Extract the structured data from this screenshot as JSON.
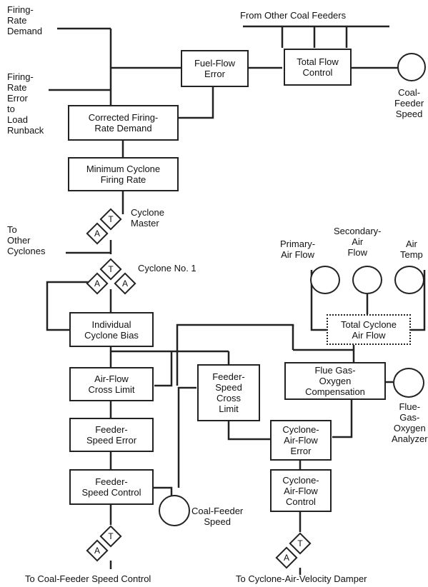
{
  "labels": {
    "firing_rate_demand": "Firing-\nRate\nDemand",
    "from_other_feeders": "From Other Coal Feeders",
    "fuel_flow_error": "Fuel-Flow\nError",
    "total_flow_control": "Total Flow\nControl",
    "coal_feeder_speed_top": "Coal-\nFeeder\nSpeed",
    "firing_rate_error": "Firing-\nRate\nError\nto\nLoad\nRunback",
    "corrected_firing_rate": "Corrected Firing-\nRate Demand",
    "minimum_cyclone": "Minimum Cyclone\nFiring Rate",
    "cyclone_master": "Cyclone\nMaster",
    "to_other_cyclones": "To\nOther\nCyclones",
    "cyclone_no1": "Cyclone No. 1",
    "primary_air_flow": "Primary-\nAir Flow",
    "secondary_air_flow": "Secondary-\nAir\nFlow",
    "air_temp": "Air\nTemp",
    "individual_cyclone_bias": "Individual\nCyclone Bias",
    "total_cyclone_air_flow": "Total Cyclone\nAir Flow",
    "air_flow_cross_limit": "Air-Flow\nCross Limit",
    "feeder_speed_cross_limit": "Feeder-\nSpeed\nCross\nLimit",
    "flue_gas_oxygen_comp": "Flue Gas-\nOxygen\nCompensation",
    "flue_gas_oxygen_analyzer": "Flue-\nGas-\nOxygen\nAnalyzer",
    "feeder_speed_error": "Feeder-\nSpeed Error",
    "cyclone_air_flow_error": "Cyclone-\nAir-Flow\nError",
    "feeder_speed_control": "Feeder-\nSpeed Control",
    "coal_feeder_speed_bottom": "Coal-Feeder\nSpeed",
    "cyclone_air_flow_control": "Cyclone-\nAir-Flow\nControl",
    "to_coal_feeder_speed_control": "To Coal-Feeder Speed Control",
    "to_cyclone_air_velocity_damper": "To Cyclone-Air-Velocity Damper"
  },
  "station": {
    "t": "T",
    "a": "A"
  }
}
